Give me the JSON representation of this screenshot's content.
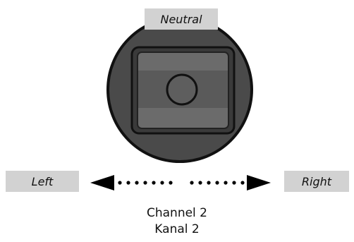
{
  "labels": {
    "neutral": "Neutral",
    "left": "Left",
    "right": "Right"
  },
  "caption": {
    "line1": "Channel 2",
    "line2": "Kanal 2"
  },
  "icons": {
    "joystick": "gimbal-stick-icon",
    "left_arrow": "arrow-left-icon",
    "right_arrow": "arrow-right-icon"
  },
  "colors": {
    "label_background": "#d2d2d2",
    "gimbal_outer": "#4a4a4a",
    "gimbal_border": "#111111",
    "stick_face": "#6b6b6b",
    "arrow": "#000000"
  }
}
